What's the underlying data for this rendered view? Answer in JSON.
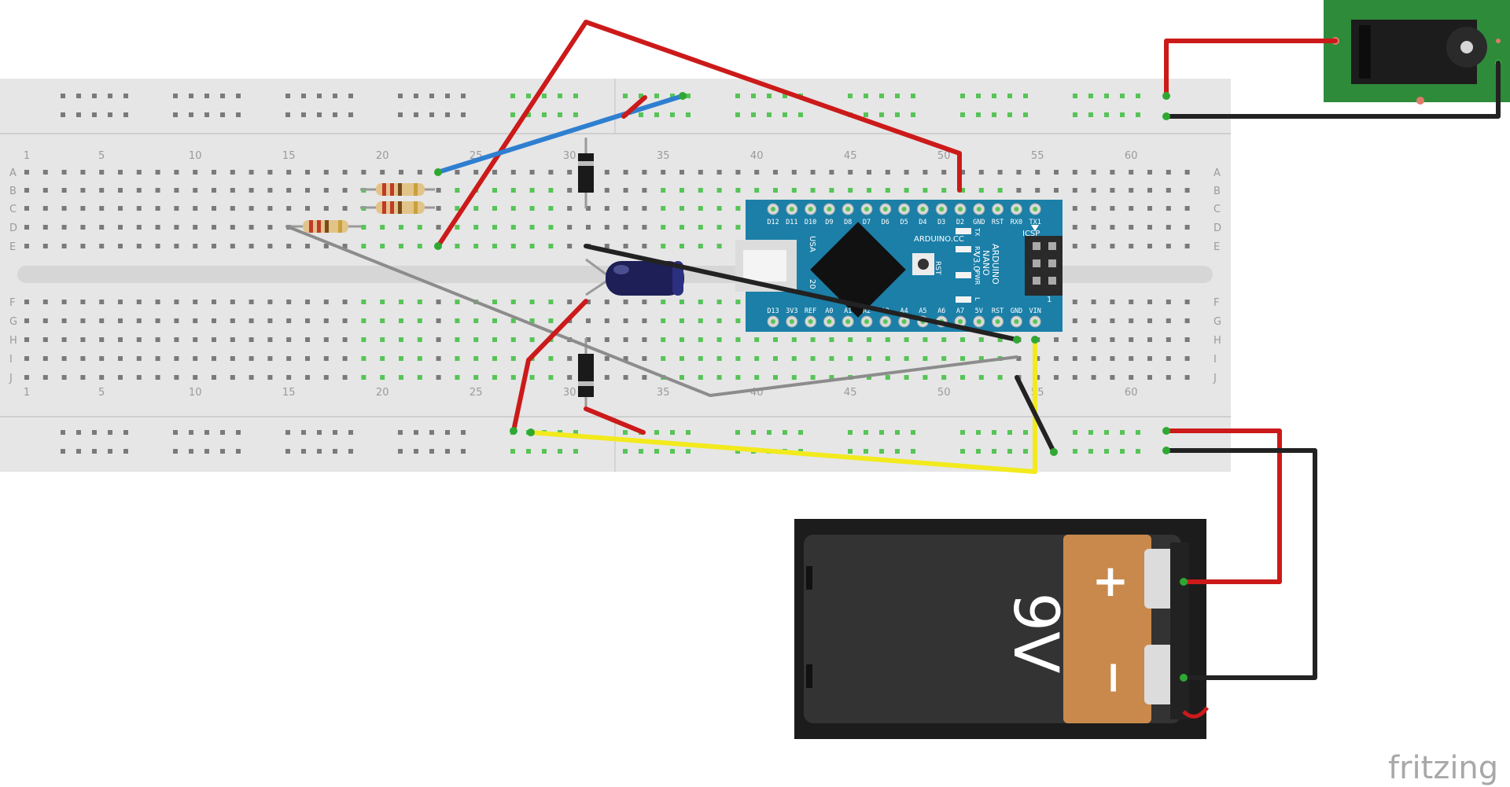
{
  "breadboard": {
    "column_numbers": [
      "1",
      "5",
      "10",
      "15",
      "20",
      "25",
      "30",
      "35",
      "40",
      "45",
      "50",
      "55",
      "60"
    ],
    "row_letters_top": [
      "A",
      "B",
      "C",
      "D",
      "E"
    ],
    "row_letters_bottom": [
      "F",
      "G",
      "H",
      "I",
      "J"
    ]
  },
  "arduino": {
    "top_pins": [
      "D12",
      "D11",
      "D10",
      "D9",
      "D8",
      "D7",
      "D6",
      "D5",
      "D4",
      "D3",
      "D2",
      "GND",
      "RST",
      "RX0",
      "TX1"
    ],
    "bottom_pins": [
      "D13",
      "3V3",
      "REF",
      "A0",
      "A1",
      "A2",
      "A3",
      "A4",
      "A5",
      "A6",
      "A7",
      "5V",
      "RST",
      "GND",
      "VIN"
    ],
    "brand": "ARDUINO.CC",
    "model_line1": "ARDUINO",
    "model_line2": "NANO",
    "model_line3": "V3.0",
    "usb_label": "USA",
    "icsp_label": "ICSP",
    "rst_label": "RST",
    "led_labels": [
      "TX",
      "RX",
      "PWR",
      "L"
    ],
    "year_label": "20",
    "pin_one_label": "1"
  },
  "battery": {
    "plus_sign": "+",
    "minus_sign": "−",
    "voltage_label": "9V"
  },
  "brand": {
    "logo_text": "fritzing"
  },
  "colors": {
    "wire_red": "#cc1a1a",
    "wire_black": "#222222",
    "wire_blue": "#2f7fd0",
    "wire_yellow": "#f2ea1c",
    "wire_gray": "#8c8c8c",
    "board_blue": "#1b7fa8",
    "pcb_green": "#2e8b3a"
  }
}
